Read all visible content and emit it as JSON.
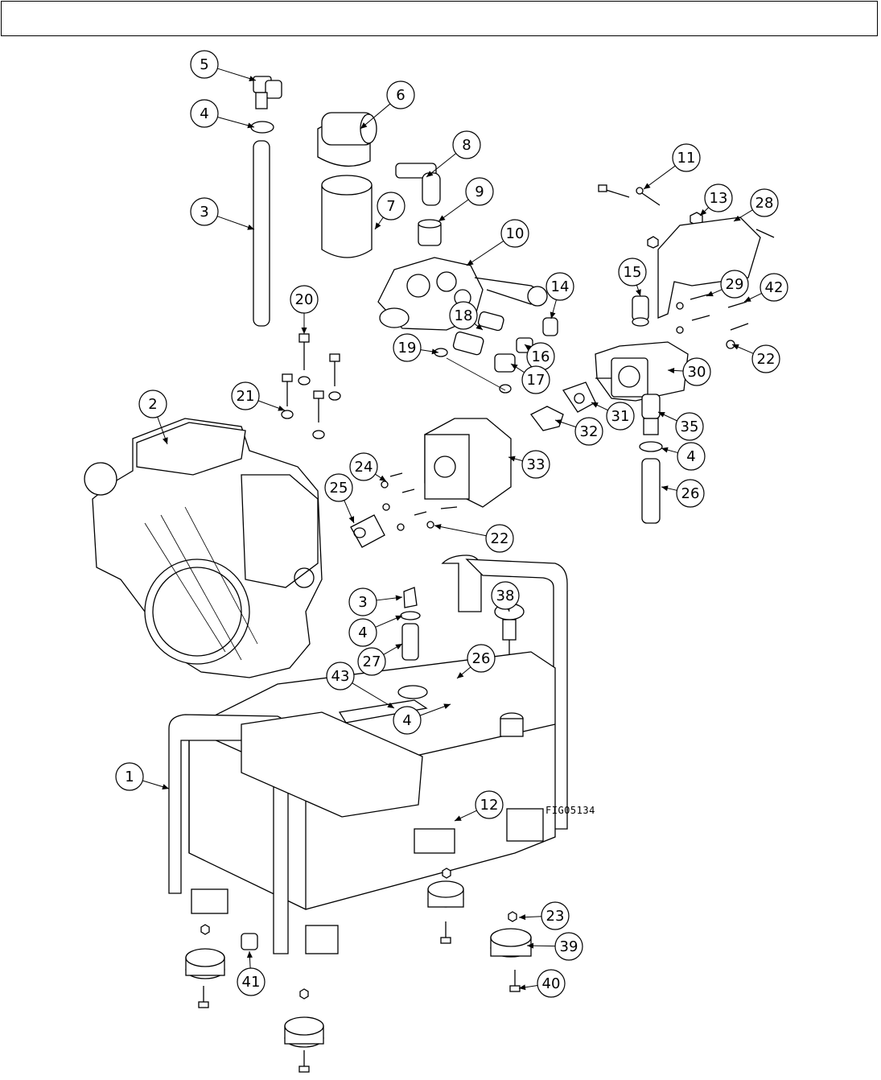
{
  "header": {
    "title": ""
  },
  "figure": {
    "label": "FIG05134"
  },
  "callouts": [
    {
      "id": "c5",
      "label": "5"
    },
    {
      "id": "c4a",
      "label": "4"
    },
    {
      "id": "c3a",
      "label": "3"
    },
    {
      "id": "c6",
      "label": "6"
    },
    {
      "id": "c7",
      "label": "7"
    },
    {
      "id": "c8",
      "label": "8"
    },
    {
      "id": "c9",
      "label": "9"
    },
    {
      "id": "c10",
      "label": "10"
    },
    {
      "id": "c11",
      "label": "11"
    },
    {
      "id": "c13",
      "label": "13"
    },
    {
      "id": "c28",
      "label": "28"
    },
    {
      "id": "c15",
      "label": "15"
    },
    {
      "id": "c29",
      "label": "29"
    },
    {
      "id": "c42",
      "label": "42"
    },
    {
      "id": "c14",
      "label": "14"
    },
    {
      "id": "c18",
      "label": "18"
    },
    {
      "id": "c19",
      "label": "19"
    },
    {
      "id": "c16",
      "label": "16"
    },
    {
      "id": "c17",
      "label": "17"
    },
    {
      "id": "c22a",
      "label": "22"
    },
    {
      "id": "c30",
      "label": "30"
    },
    {
      "id": "c20",
      "label": "20"
    },
    {
      "id": "c21",
      "label": "21"
    },
    {
      "id": "c2",
      "label": "2"
    },
    {
      "id": "c31",
      "label": "31"
    },
    {
      "id": "c32",
      "label": "32"
    },
    {
      "id": "c35",
      "label": "35"
    },
    {
      "id": "c4b",
      "label": "4"
    },
    {
      "id": "c33",
      "label": "33"
    },
    {
      "id": "c24",
      "label": "24"
    },
    {
      "id": "c25",
      "label": "25"
    },
    {
      "id": "c26a",
      "label": "26"
    },
    {
      "id": "c22b",
      "label": "22"
    },
    {
      "id": "c3b",
      "label": "3"
    },
    {
      "id": "c38",
      "label": "38"
    },
    {
      "id": "c4c",
      "label": "4"
    },
    {
      "id": "c27",
      "label": "27"
    },
    {
      "id": "c26b",
      "label": "26"
    },
    {
      "id": "c43",
      "label": "43"
    },
    {
      "id": "c4d",
      "label": "4"
    },
    {
      "id": "c1",
      "label": "1"
    },
    {
      "id": "c12",
      "label": "12"
    },
    {
      "id": "c23",
      "label": "23"
    },
    {
      "id": "c39",
      "label": "39"
    },
    {
      "id": "c41",
      "label": "41"
    },
    {
      "id": "c40",
      "label": "40"
    }
  ]
}
